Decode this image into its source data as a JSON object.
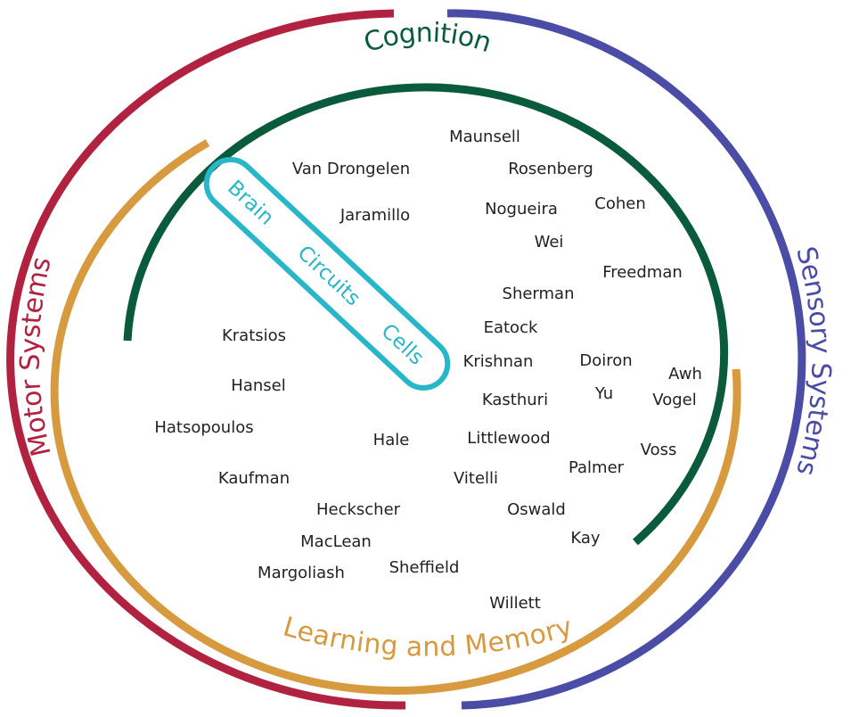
{
  "colors": {
    "motor": "#b0223f",
    "sensory": "#4a4ca6",
    "cognition": "#0a5a3c",
    "learning": "#d89a3e",
    "pill": "#29b6c9",
    "names": "#222222"
  },
  "labels": {
    "cognition": "Cognition",
    "sensory": "Sensory Systems",
    "motor": "Motor Systems",
    "learning": "Learning and Memory"
  },
  "pill": {
    "brain": "Brain",
    "circuits": "Circuits",
    "cells": "Cells"
  },
  "names": [
    "Maunsell",
    "Van Drongelen",
    "Rosenberg",
    "Jaramillo",
    "Nogueira",
    "Cohen",
    "Wei",
    "Freedman",
    "Sherman",
    "Kratsios",
    "Eatock",
    "Krishnan",
    "Doiron",
    "Awh",
    "Hansel",
    "Yu",
    "Kasthuri",
    "Vogel",
    "Hatsopoulos",
    "Hale",
    "Littlewood",
    "Voss",
    "Vitelli",
    "Palmer",
    "Kaufman",
    "Heckscher",
    "Oswald",
    "Kay",
    "MacLean",
    "Sheffield",
    "Margoliash",
    "Willett"
  ]
}
